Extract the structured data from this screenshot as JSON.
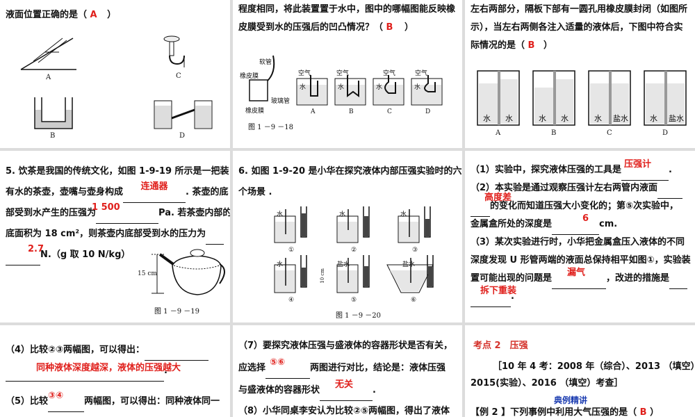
{
  "p1": {
    "line_top": "液面位置正确的是（",
    "answer": "A",
    "close": "）",
    "labels": [
      "A",
      "B",
      "C",
      "D"
    ]
  },
  "p2": {
    "line1": "程度相同，将此装置置于水中，图中的哪幅图能反映橡",
    "line2": "皮膜受到水的压强后的凹凸情况？（",
    "answer": "B",
    "close": "）",
    "device_labels": [
      "软管",
      "橡皮膜",
      "玻璃管",
      "橡皮膜"
    ],
    "air": "空气",
    "water": "水",
    "labels": [
      "A",
      "B",
      "C",
      "D"
    ],
    "caption": "图 1 －9 －18"
  },
  "p3": {
    "line1": "左右两部分，隔板下部有一圆孔用橡皮膜封闭（如图所",
    "line2": "示），当左右两侧各注入适量的液体后，下图中符合实",
    "line3": "际情况的是（",
    "answer": "B",
    "close": "）",
    "left_liquids": [
      "水",
      "水",
      "水",
      "水"
    ],
    "right_liquids": [
      "水",
      "水",
      "盐水",
      "盐水"
    ],
    "labels": [
      "A",
      "B",
      "C",
      "D"
    ]
  },
  "p4": {
    "l1": "5. 饮茶是我国的传统文化，如图 1-9-19 所示是一把装",
    "l2a": "有水的茶壶，壶嘴与壶身构成",
    "ans1": "连通器",
    "l2b": ". 茶壶的底",
    "l3a": "部受到水产生的压强为",
    "ans2": "1 500",
    "l3b": "Pa. 若茶壶内部的",
    "l4": "底面积为 18 cm²，则茶壶内底部受到水的压力为",
    "ans3": "2.7",
    "l5b": "N.（g 取 10 N/kg）",
    "height": "15 cm",
    "caption": "图 1 －9 －19"
  },
  "p5": {
    "l1": "6. 如图 1-9-20 是小华在探究液体内部压强实验时的六",
    "l2": "个场景 .",
    "liquids": [
      "水",
      "水",
      "水",
      "水",
      "盐水",
      "盐水"
    ],
    "nums": [
      "①",
      "②",
      "③",
      "④",
      "⑤",
      "⑥"
    ],
    "depth": "10 cm",
    "caption": "图 1 －9 －20"
  },
  "p6": {
    "l1a": "（1）实验中，探究液体压强的工具是",
    "ans1": "压强计",
    "l2": "（2）本实验是通过观察压强计左右两管内液面",
    "ans2": "高度差",
    "l3": "的变化而知道压强大小变化的；第⑤次实验中，",
    "l4a": "金属盒所处的深度是",
    "ans3": "6",
    "l4b": "cm.",
    "l5": "（3）某次实验进行时，小华把金属盒压入液体的不同",
    "l6": "深度发现 U 形管两端的液面总保持相平如图①，实验装",
    "l7a": "置可能出现的问题是",
    "ans4": "漏气",
    "l7b": "，改进的措施是",
    "ans5": "拆下重装"
  },
  "p7": {
    "l1": "（4）比较②③两幅图，可以得出：",
    "ans1": "同种液体深度越深，液体的压强越大",
    "l3a": "（5）比较",
    "ans2": "③④",
    "l3b": "两幅图，可以得出：同种液体同一"
  },
  "p8": {
    "l1": "（7）要探究液体压强与盛液体的容器形状是否有关，",
    "l2a": "应选择",
    "ans1": "⑤⑥",
    "l2b": "两图进行对比，结论是：液体压强",
    "l3a": "与盛液体的容器形状",
    "ans2": "无关",
    "l4": "（8）小华同桌李安认为比较②⑤两幅图，得出了液体"
  },
  "p9": {
    "title": "考点 2　压强",
    "l1": "［10 年 4 考：2008 年（综合）、2013 （填空）、",
    "l2": "2015(实验）、2016 （填空）考查］",
    "sub": "典例精讲",
    "l3": "【例 2 】下列事例中利用大气压强的是（",
    "ans": "B",
    "close": "）"
  }
}
